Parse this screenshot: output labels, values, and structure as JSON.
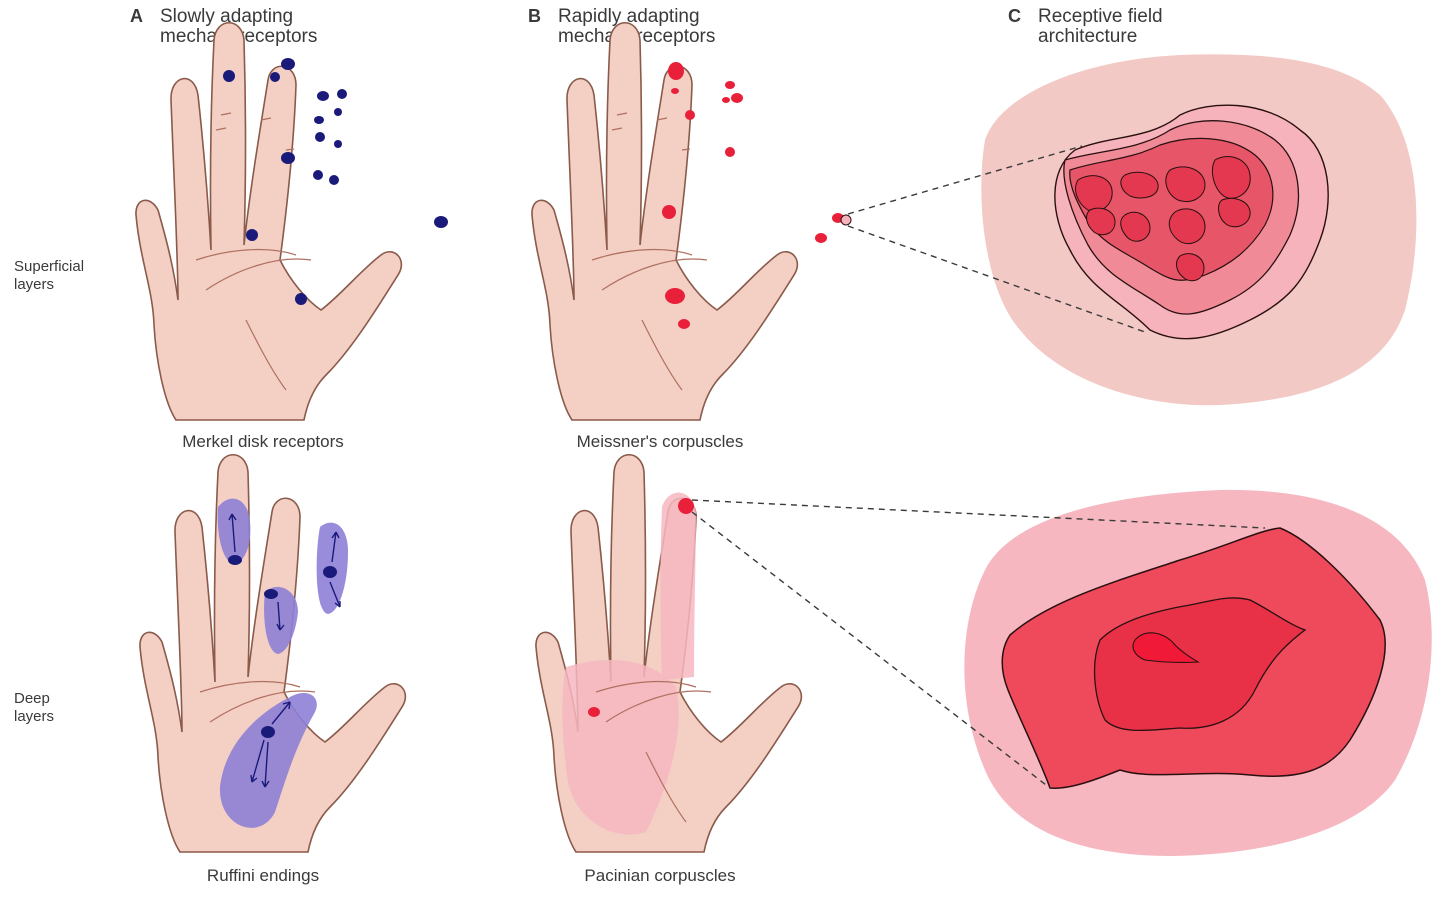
{
  "columns": {
    "a": {
      "letter": "A",
      "line1": "Slowly adapting",
      "line2": "mechanoreceptors"
    },
    "b": {
      "letter": "B",
      "line1": "Rapidly adapting",
      "line2": "mechanoreceptors"
    },
    "c": {
      "letter": "C",
      "line1": "Receptive field",
      "line2": "architecture"
    }
  },
  "rows": {
    "superficial": {
      "line1": "Superficial",
      "line2": "layers"
    },
    "deep": {
      "line1": "Deep",
      "line2": "layers"
    }
  },
  "captions": {
    "merkel": "Merkel disk receptors",
    "meissner": "Meissner's corpuscles",
    "ruffini": "Ruffini endings",
    "pacinian": "Pacinian corpuscles"
  },
  "colors": {
    "skin": "#f3cfc4",
    "outline": "#8a5a4a",
    "slow_receptor": "#1a1a7a",
    "slow_field": "#8e7fd6",
    "rapid_receptor": "#e8203a",
    "rapid_field": "#f6b7c0",
    "field_outer": "#f2c9c4",
    "field_mid": "#f08a96",
    "field_core": "#e43850"
  }
}
